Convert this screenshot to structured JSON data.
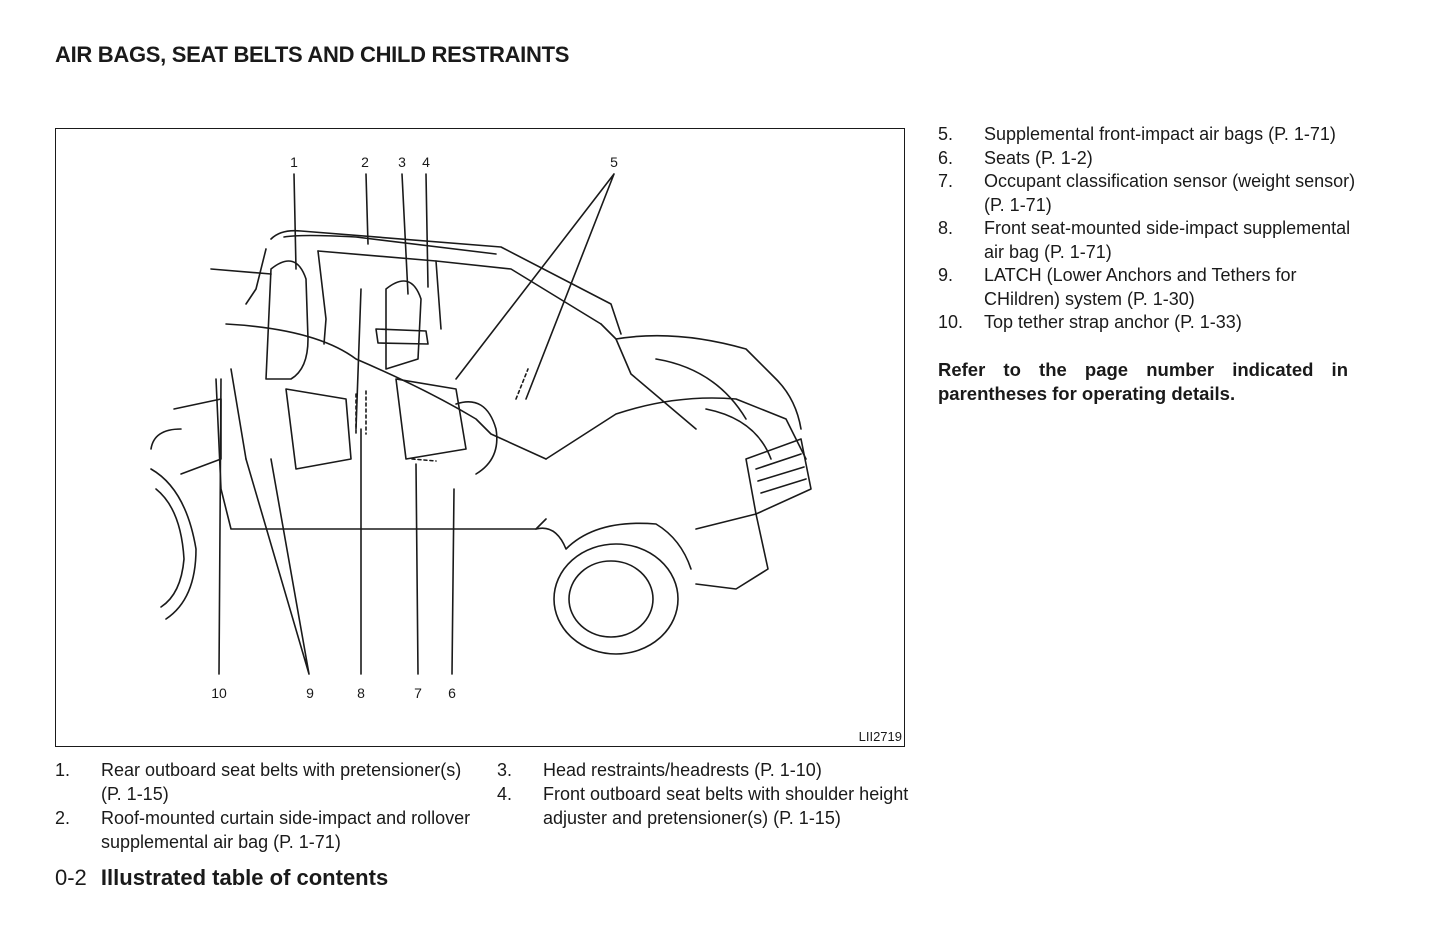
{
  "heading": "AIR BAGS, SEAT BELTS AND CHILD RESTRAINTS",
  "figure": {
    "code": "LII2719",
    "callouts": [
      "1",
      "2",
      "3",
      "4",
      "5",
      "10",
      "9",
      "8",
      "7",
      "6"
    ]
  },
  "items": [
    {
      "num": "1.",
      "text": "Rear outboard seat belts with pretensioner(s) (P. 1-15)"
    },
    {
      "num": "2.",
      "text": "Roof-mounted curtain side-impact and rollover supplemental air bag (P. 1-71)"
    },
    {
      "num": "3.",
      "text": "Head restraints/headrests (P. 1-10)"
    },
    {
      "num": "4.",
      "text": "Front outboard seat belts with shoulder height adjuster and pretensioner(s) (P. 1-15)"
    },
    {
      "num": "5.",
      "text": "Supplemental front-impact air bags (P. 1-71)"
    },
    {
      "num": "6.",
      "text": "Seats (P. 1-2)"
    },
    {
      "num": "7.",
      "text": "Occupant classification sensor (weight sensor) (P. 1-71)"
    },
    {
      "num": "8.",
      "text": "Front seat-mounted side-impact supplemental air bag (P. 1-71)"
    },
    {
      "num": "9.",
      "text": "LATCH (Lower Anchors and Tethers for CHildren) system (P. 1-30)"
    },
    {
      "num": "10.",
      "text": "Top tether strap anchor (P. 1-33)"
    }
  ],
  "note": "Refer to the page number indicated in parentheses for operating details.",
  "footer": {
    "page": "0-2",
    "section": "Illustrated table of contents"
  }
}
